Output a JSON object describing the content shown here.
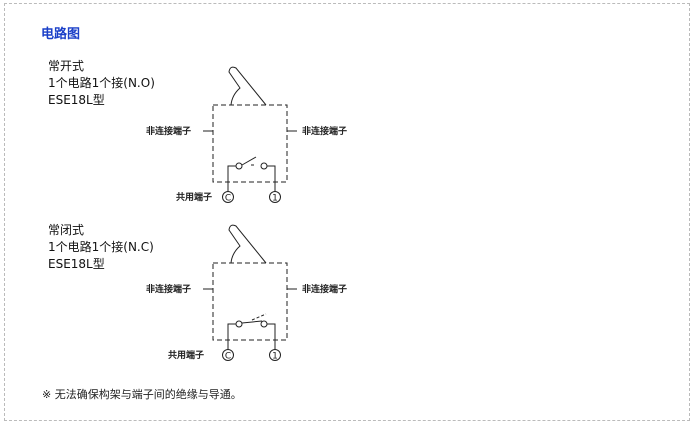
{
  "title": "电路图",
  "diagrams": [
    {
      "type": "常开式",
      "circuit": "1个电路1个接(N.O)",
      "model": "ESE18L型",
      "left_label": "非连接端子",
      "right_label": "非连接端子",
      "common_label": "共用端子",
      "common_symbol": "C",
      "terminal_symbol": "1"
    },
    {
      "type": "常闭式",
      "circuit": "1个电路1个接(N.C)",
      "model": "ESE18L型",
      "left_label": "非连接端子",
      "right_label": "非连接端子",
      "common_label": "共用端子",
      "common_symbol": "C",
      "terminal_symbol": "1"
    }
  ],
  "note": "※ 无法确保构架与端子间的绝缘与导通。"
}
